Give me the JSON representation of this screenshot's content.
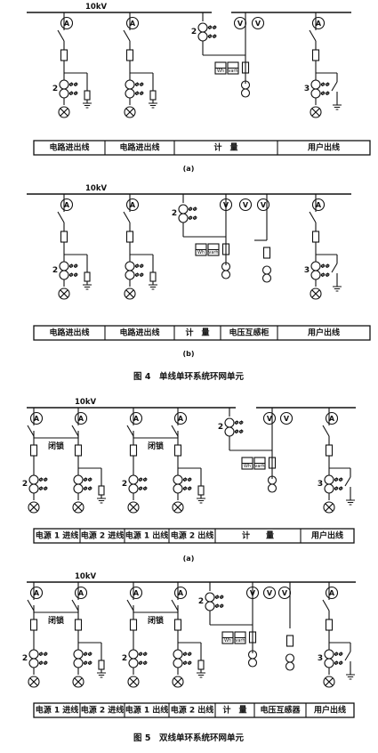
{
  "voltage": "10kV",
  "ammeter_symbol": "A",
  "voltmeter_symbol": "V",
  "ct_marks": "ΦΦ",
  "numbers": {
    "ct_2": "2",
    "ct_3": "3"
  },
  "meters": {
    "wh": "Wh",
    "varh": "varh"
  },
  "interlock": "闭锁",
  "fig4": {
    "a": {
      "cells": [
        "电路进出线",
        "电路进出线",
        "计　量",
        "用户出线"
      ],
      "sublabel": "(a)"
    },
    "b": {
      "cells": [
        "电路进出线",
        "电路进出线",
        "计　量",
        "电压互感柜",
        "用户出线"
      ],
      "sublabel": "(b)"
    },
    "caption": "图 4　单线单环系统环网单元"
  },
  "fig5": {
    "a": {
      "cells": [
        "电源 1 进线",
        "电源 2 进线",
        "电源 1 出线",
        "电源 2 出线",
        "计　　量",
        "用户出线"
      ],
      "sublabel": "(a)"
    },
    "b": {
      "cells": [
        "电源 1 进线",
        "电源 2 进线",
        "电源 1 出线",
        "电源 2 出线",
        "计　量",
        "电压互感器",
        "用户出线"
      ],
      "sublabel": "(b)"
    },
    "caption": "图 5　双线单环系统环网单元"
  }
}
